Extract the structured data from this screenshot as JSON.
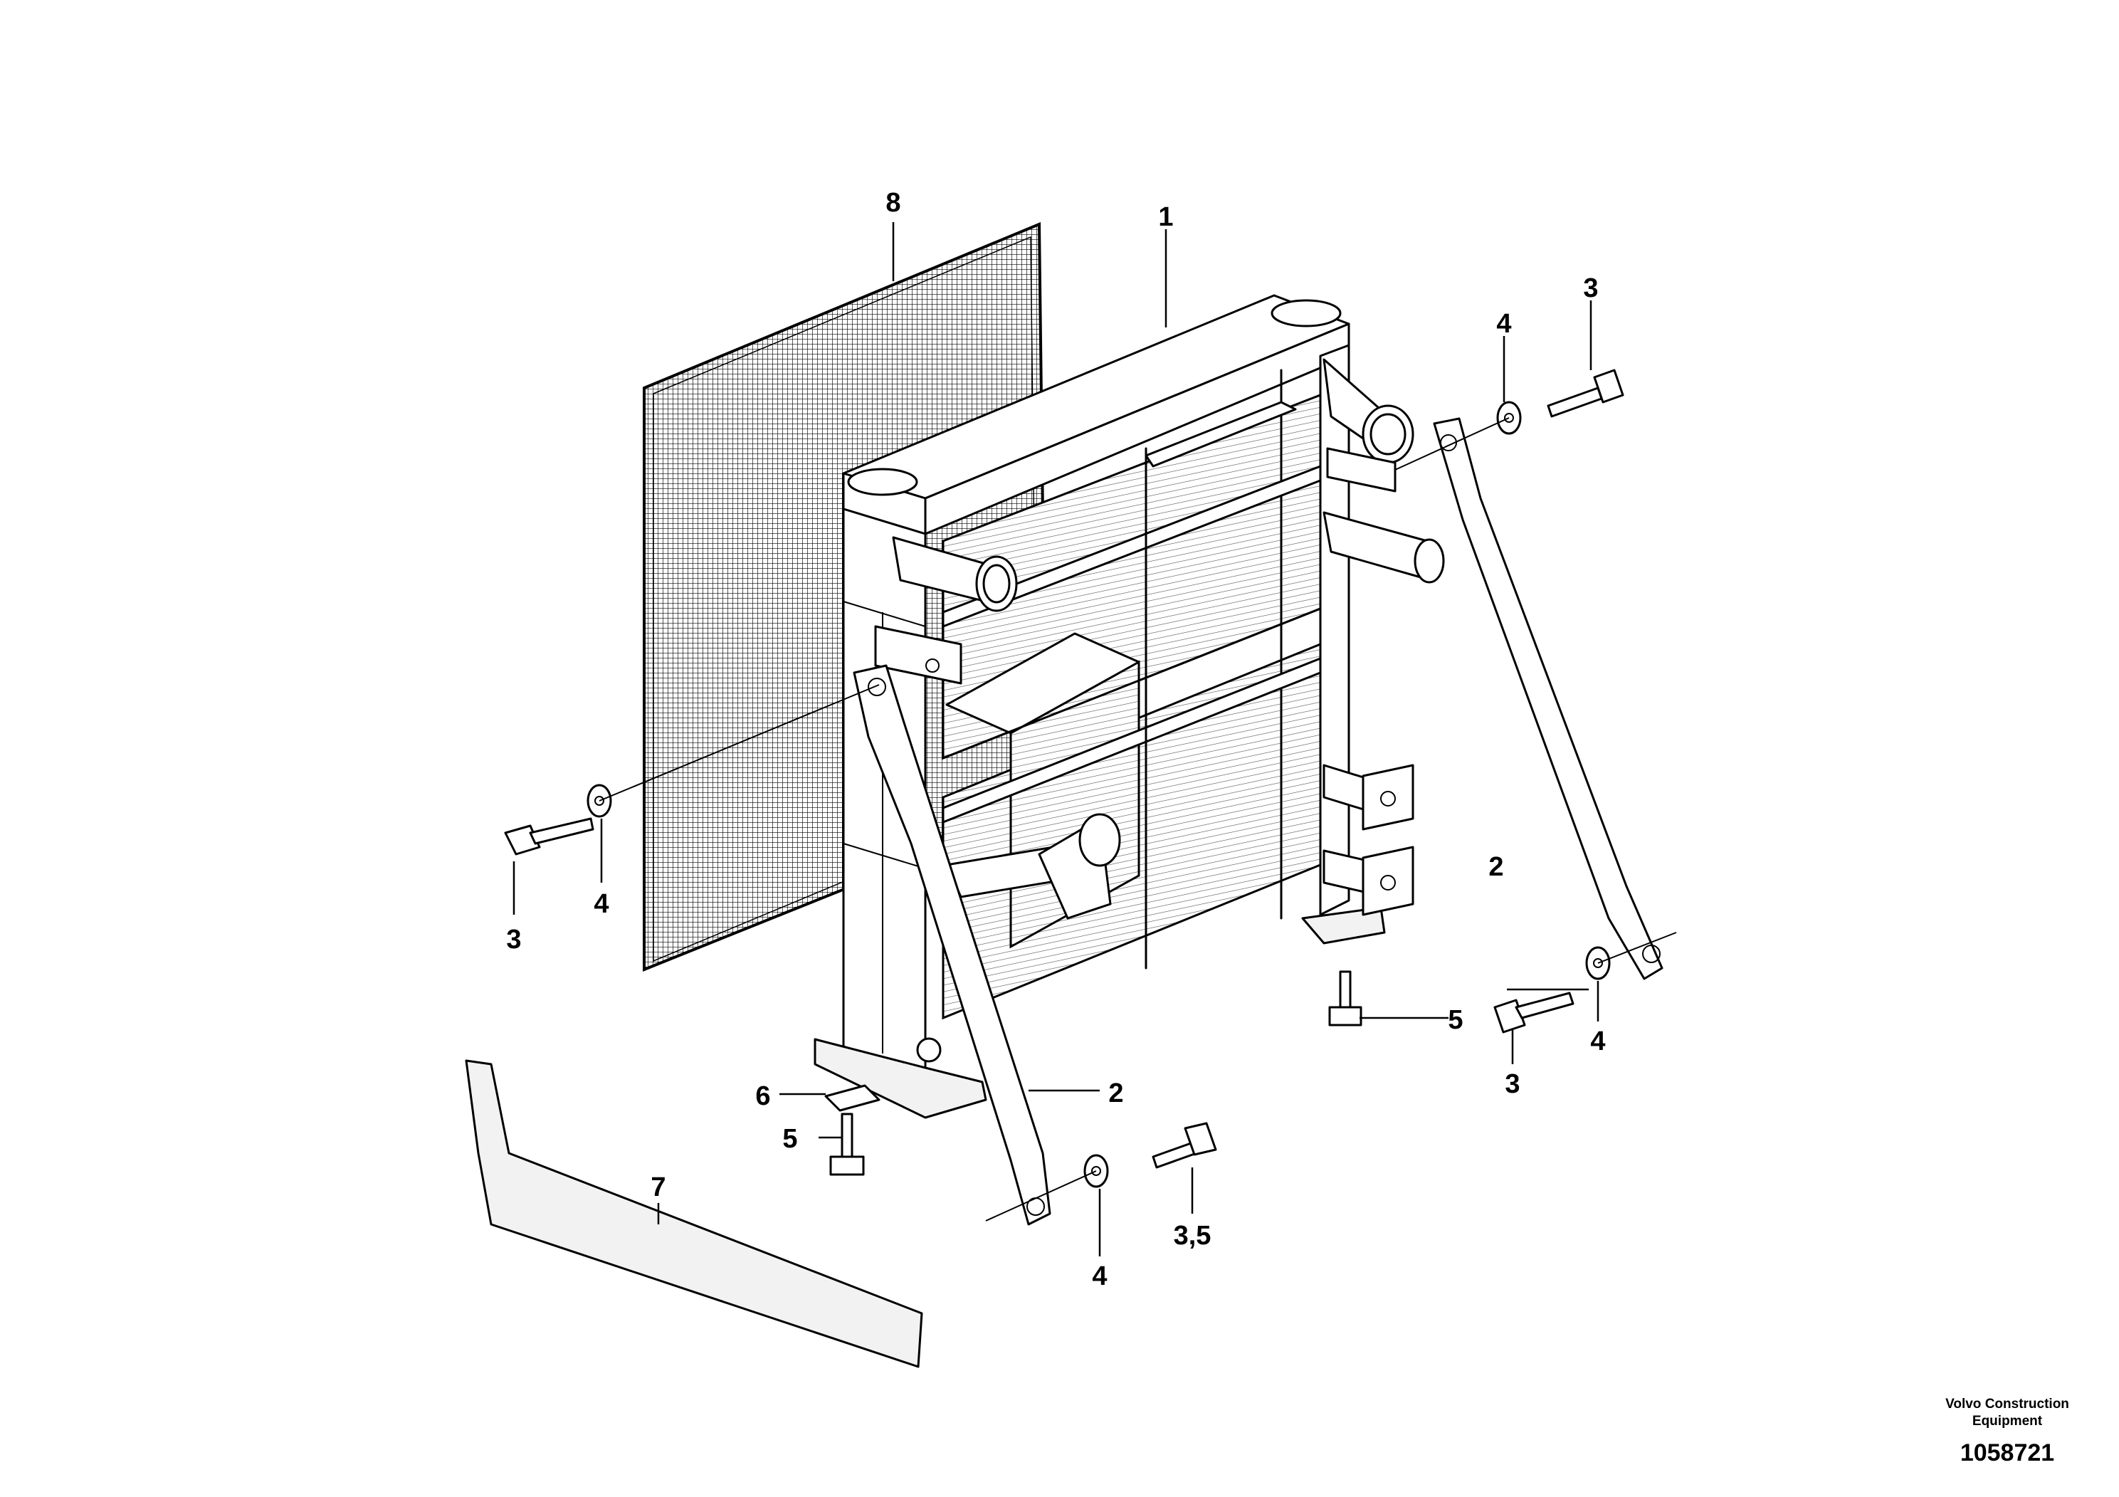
{
  "callouts": {
    "c1": "1",
    "c2a": "2",
    "c2b": "2",
    "c3a": "3",
    "c3b": "3",
    "c3c": "3",
    "c35": "3,5",
    "c4a": "4",
    "c4b": "4",
    "c4c": "4",
    "c4d": "4",
    "c5a": "5",
    "c5b": "5",
    "c6": "6",
    "c7": "7",
    "c8": "8"
  },
  "footer": {
    "manufacturer_line1": "Volvo Construction",
    "manufacturer_line2": "Equipment",
    "illustration_number": "1058721"
  }
}
